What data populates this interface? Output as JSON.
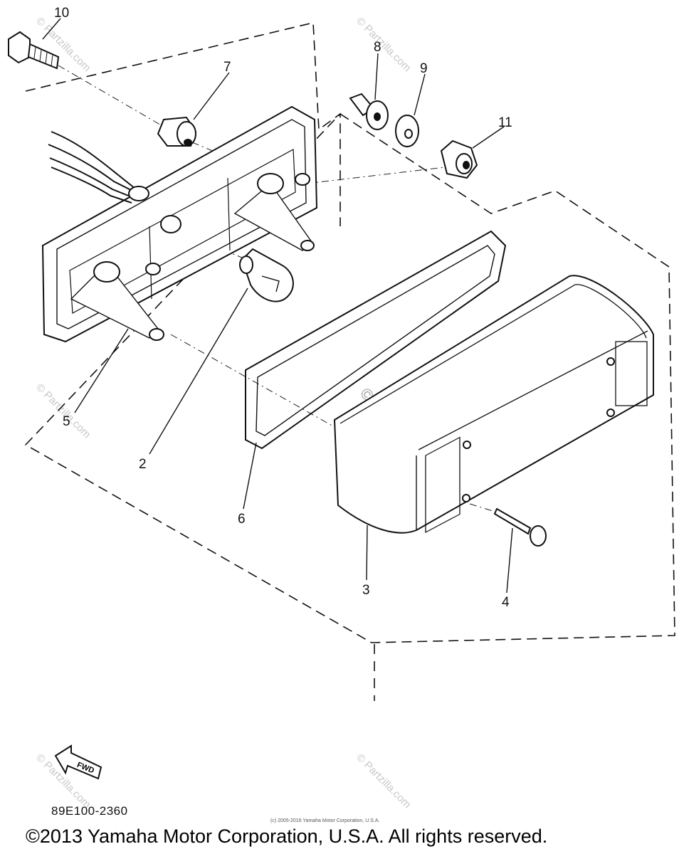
{
  "callouts": {
    "c2": "2",
    "c3": "3",
    "c4": "4",
    "c5": "5",
    "c6": "6",
    "c7": "7",
    "c8": "8",
    "c9": "9",
    "c10": "10",
    "c11": "11"
  },
  "fwd_label": "FWD",
  "part_number": "89E100-2360",
  "small_credit": "(c) 2005-2016 Yamaha Motor Corporation, U.S.A.",
  "copyright": "©2013 Yamaha Motor Corporation, U.S.A. All rights reserved.",
  "watermark": "© Partzilla.com"
}
